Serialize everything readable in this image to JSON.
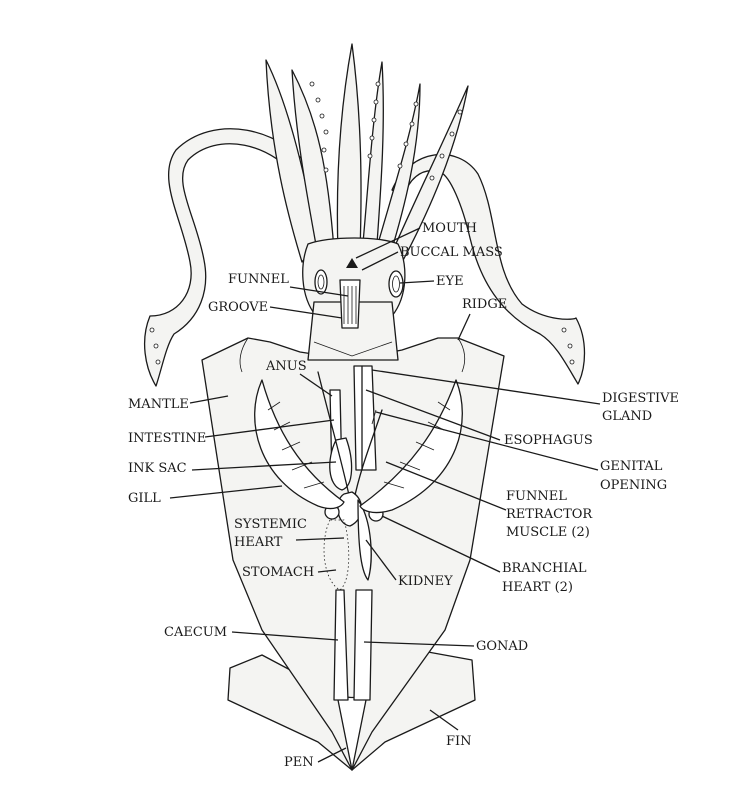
{
  "labels": {
    "mouth": "MOUTH",
    "buccal_mass": "BUCCAL MASS",
    "funnel": "FUNNEL",
    "eye": "EYE",
    "groove": "GROOVE",
    "ridge": "RIDGE",
    "anus": "ANUS",
    "mantle": "MANTLE",
    "digestive_gland_1": "DIGESTIVE",
    "digestive_gland_2": "GLAND",
    "intestine": "INTESTINE",
    "esophagus": "ESOPHAGUS",
    "ink_sac": "INK SAC",
    "genital_opening_1": "GENITAL",
    "genital_opening_2": "OPENING",
    "gill": "GILL",
    "funnel_retractor_1": "FUNNEL",
    "funnel_retractor_2": "RETRACTOR",
    "funnel_retractor_3": "MUSCLE (2)",
    "systemic_heart_1": "SYSTEMIC",
    "systemic_heart_2": "HEART",
    "stomach": "STOMACH",
    "kidney": "KIDNEY",
    "branchial_heart_1": "BRANCHIAL",
    "branchial_heart_2": "HEART (2)",
    "caecum": "CAECUM",
    "gonad": "GONAD",
    "fin": "FIN",
    "pen": "PEN"
  },
  "colors": {
    "ink": "#1a1a1a",
    "body_fill": "#f4f4f2",
    "background": "#ffffff"
  }
}
